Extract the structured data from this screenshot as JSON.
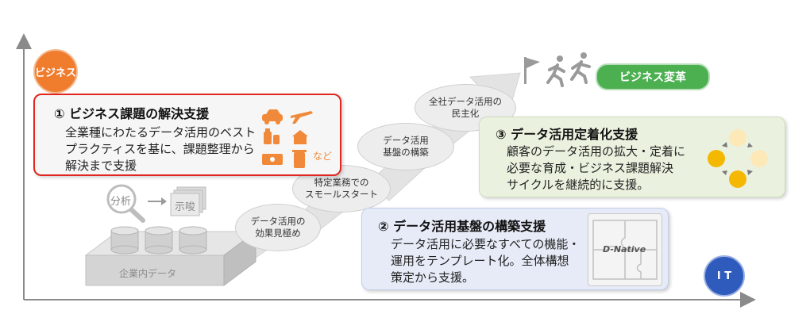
{
  "axis": {
    "y_label": "ビジネス",
    "x_label": "I T"
  },
  "goal": {
    "label": "ビジネス変革"
  },
  "steps": [
    {
      "line1": "データ活用の",
      "line2": "効果見極め"
    },
    {
      "line1": "特定業務での",
      "line2": "スモールスタート"
    },
    {
      "line1": "データ活用",
      "line2": "基盤の構築"
    },
    {
      "line1": "全社データ活用の",
      "line2": "民主化"
    }
  ],
  "left_graphic": {
    "analysis": "分析",
    "insight": "示唆",
    "db_label": "企業内データ"
  },
  "cards": {
    "business": {
      "title": "① ビジネス課題の解決支援",
      "line1": "全業種にわたるデータ活用のベスト",
      "line2": "プラクティスを基に、課題整理から",
      "line3": "解決まで支援",
      "icons_note": "など",
      "accent": "#e0261f"
    },
    "infra": {
      "title": "② データ活用基盤の構築支援",
      "line1": "データ活用に必要なすべての機能・",
      "line2": "運用をテンプレート化。全体構想",
      "line3": "策定から支援。",
      "logo_text": "D-Native"
    },
    "adoption": {
      "title": "③ データ活用定着化支援",
      "line1": "顧客のデータ活用の拡大・定着に",
      "line2": "必要な育成・ビジネス課題解決",
      "line3": "サイクルを継続的に支援。"
    }
  },
  "colors": {
    "business_badge": "#f07c2e",
    "it_badge": "#2f5bbd",
    "goal_green": "#4caf50",
    "card_business_bg": "#f6f6f6",
    "card_infra_bg": "#e6ebf7",
    "card_adoption_bg": "#eaf2df",
    "icon_orange": "#f08a3a",
    "arrow_gray": "#e3e3e3"
  }
}
